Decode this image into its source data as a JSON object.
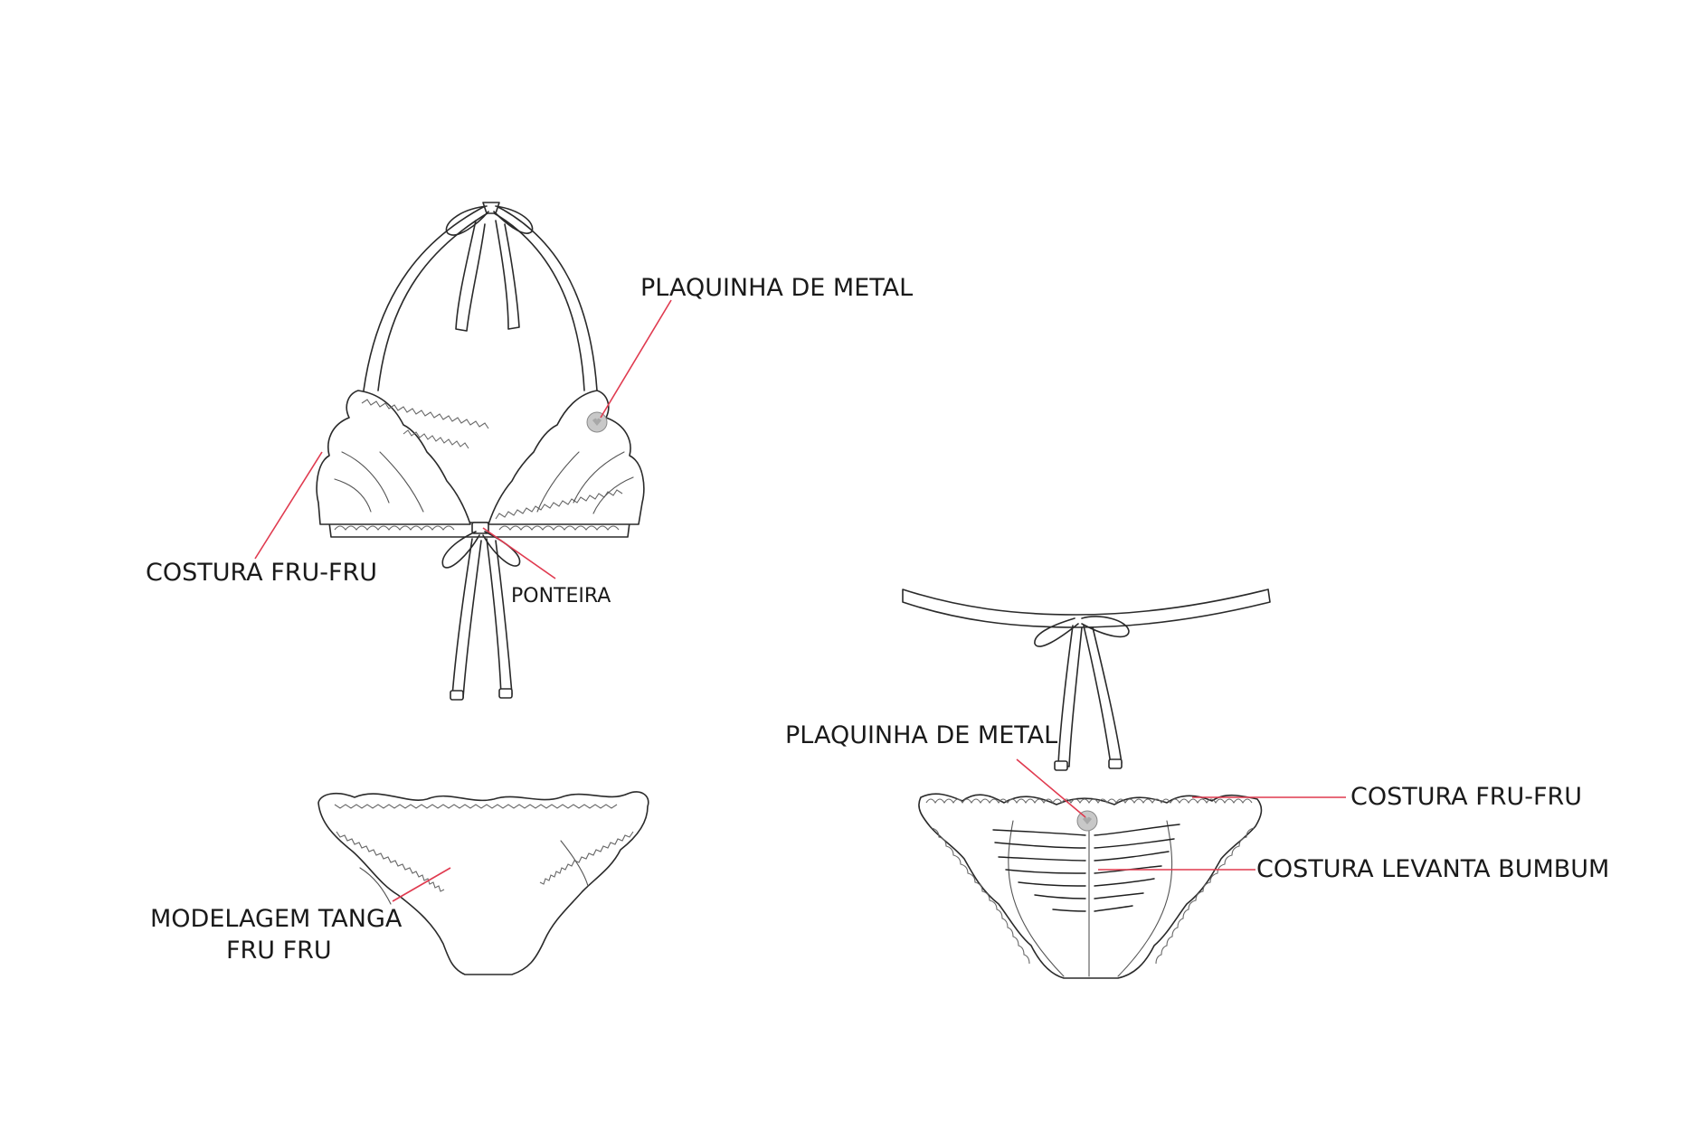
{
  "colors": {
    "leader": "#e03a4f",
    "outline": "#2a2a2a",
    "label": "#1a1a1a",
    "plate": "#c8c8c8"
  },
  "labels": {
    "top_plate": "PLAQUINHA DE METAL",
    "top_seam": "COSTURA FRU-FRU",
    "top_tip": "PONTEIRA",
    "front_model_line1": "MODELAGEM TANGA",
    "front_model_line2": "FRU FRU",
    "back_plate": "PLAQUINHA DE METAL",
    "back_seam": "COSTURA FRU-FRU",
    "back_lift": "COSTURA LEVANTA BUMBUM"
  }
}
